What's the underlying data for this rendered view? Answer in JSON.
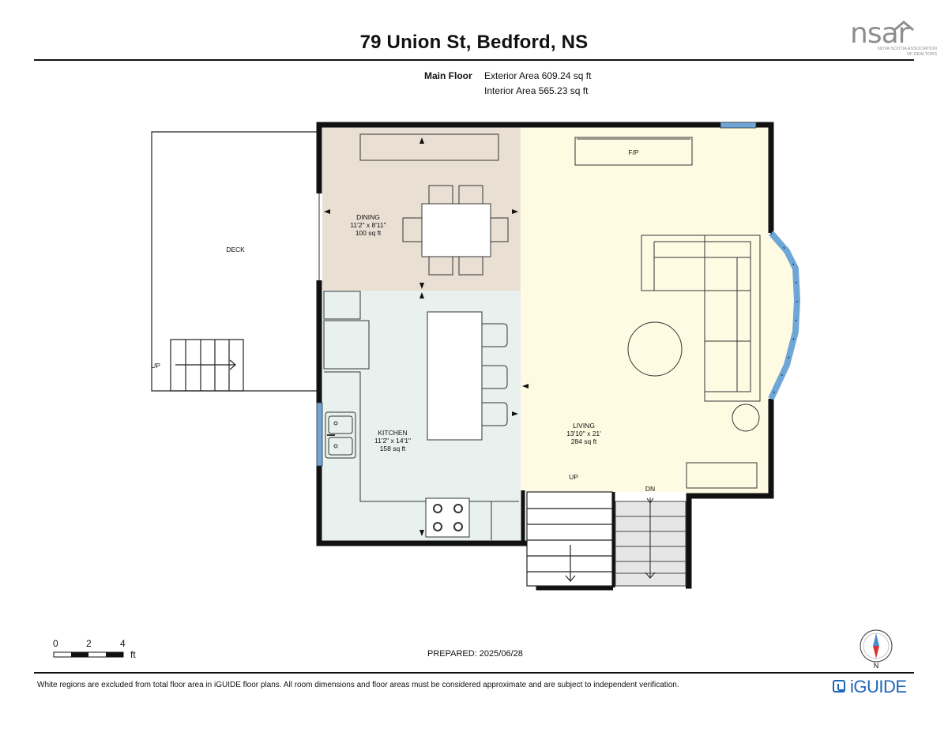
{
  "header": {
    "title": "79 Union St, Bedford, NS",
    "logo": {
      "text": "nsar",
      "line1": "NOVA SCOTIA ASSOCIATION",
      "line2": "OF REALTORS",
      "icon": "house-roof-icon"
    }
  },
  "areas": {
    "floor_name": "Main Floor",
    "exterior": "Exterior Area 609.24 sq ft",
    "interior": "Interior Area 565.23 sq ft"
  },
  "rooms": {
    "dining": {
      "name": "DINING",
      "dims": "11'2\" x 8'11\"",
      "area": "100 sq ft"
    },
    "kitchen": {
      "name": "KITCHEN",
      "dims": "11'2\" x 14'1\"",
      "area": "158 sq ft"
    },
    "living": {
      "name": "LIVING",
      "dims": "13'10\" x 21'",
      "area": "284 sq ft"
    },
    "deck": {
      "name": "DECK"
    }
  },
  "labels": {
    "fireplace": "F/P",
    "deck_up": "UP",
    "stair_up": "UP",
    "stair_down": "DN"
  },
  "scale": {
    "ticks": [
      "0",
      "2",
      "4"
    ],
    "unit": "ft"
  },
  "compass": {
    "label": "N",
    "icon": "compass-icon"
  },
  "footer": {
    "prepared": "PREPARED: 2025/06/28",
    "disclaimer": "White regions are excluded from total floor area in iGUIDE floor plans. All room dimensions and floor areas must be considered approximate and are subject to independent verification.",
    "brand": "iGUIDE"
  },
  "colors": {
    "dining_fill": "#e9e0d3",
    "kitchen_fill": "#e8f1ee",
    "living_fill": "#fffbe3",
    "window": "#6fa6d8",
    "wall": "#111111",
    "brand": "#1e66b8"
  }
}
